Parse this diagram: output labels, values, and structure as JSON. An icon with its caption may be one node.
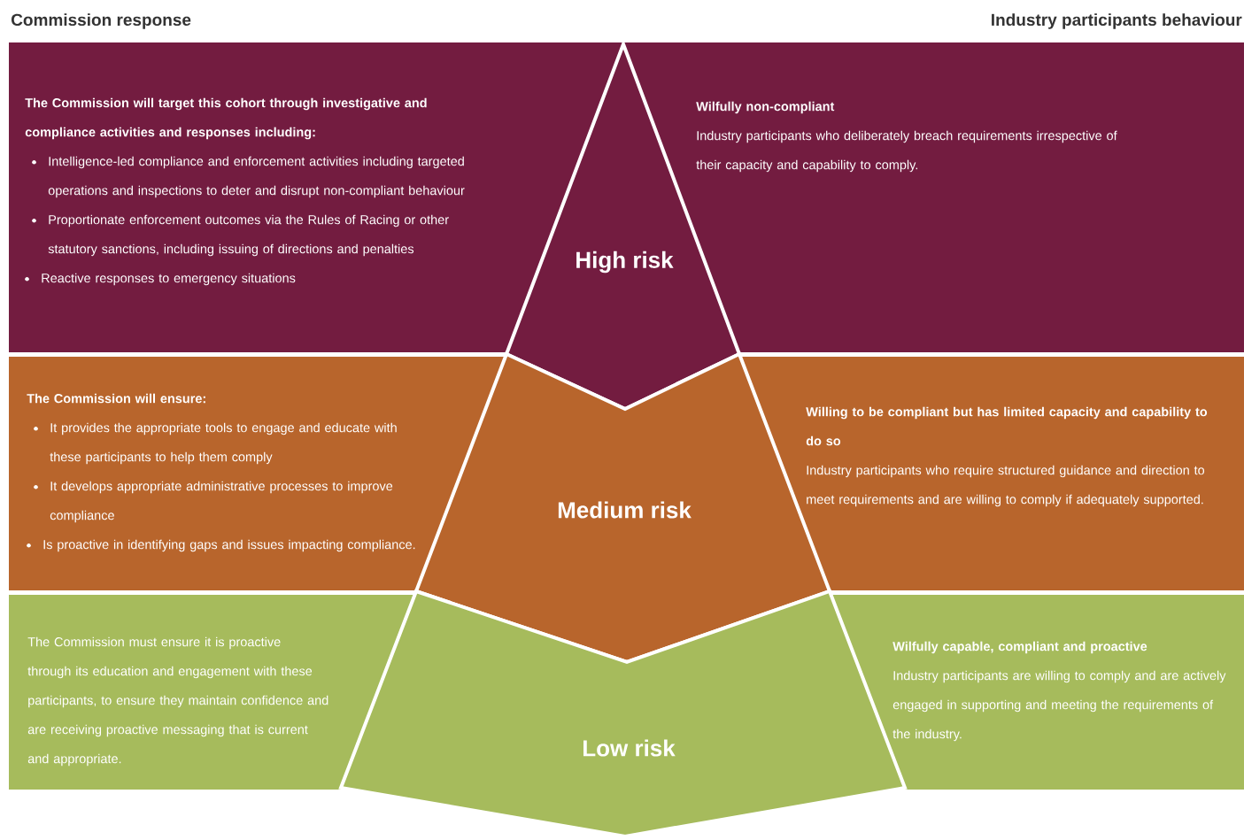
{
  "diagram": {
    "nodes": [
      {
        "text": [
          "The Commission will target this cohort through investigative and compliance activities and responses including:",
          "Intelligence-led compliance and enforcement activities including targeted operations and inspections to deter and disrupt non-compliant behaviour",
          "Proportionate enforcement outcomes via the Rules of Racing or other statutory sanctions, including issuing of directions and penalties",
          "Reactive responses to emergency situations"
        ]
      },
      {
        "text": [
          "High risk"
        ]
      },
      {
        "text": [
          "Wilfully non-compliant",
          "Industry participants who deliberately breach requirements irrespective of their capacity and capability to comply."
        ]
      },
      {
        "text": [
          "The Commission will ensure:",
          "It provides the appropriate tools to engage and educate with these participants to help them comply",
          "It develops appropriate administrative processes to improve compliance",
          "Is proactive in identifying gaps and issues impacting compliance."
        ]
      },
      {
        "text": [
          "Medium risk"
        ]
      },
      {
        "text": [
          "Willing to be compliant but has limited capacity and capability to do so",
          "Industry participants who require structured guidance and direction to meet requirements and are willing to comply if adequately supported."
        ]
      },
      {
        "text": [
          "The Commission must ensure it is proactive through its education and engagement with these participants, to ensure they maintain confidence and are receiving proactive messaging that is current and appropriate."
        ]
      },
      {
        "text": [
          "Low risk"
        ]
      },
      {
        "text": [
          "Wilfully capable, compliant and proactive",
          "Industry participants are willing to comply and are actively engaged in supporting and meeting the requirements of the industry."
        ]
      }
    ],
    "labels": [
      "Commission response",
      "Industry participants behaviour"
    ]
  }
}
